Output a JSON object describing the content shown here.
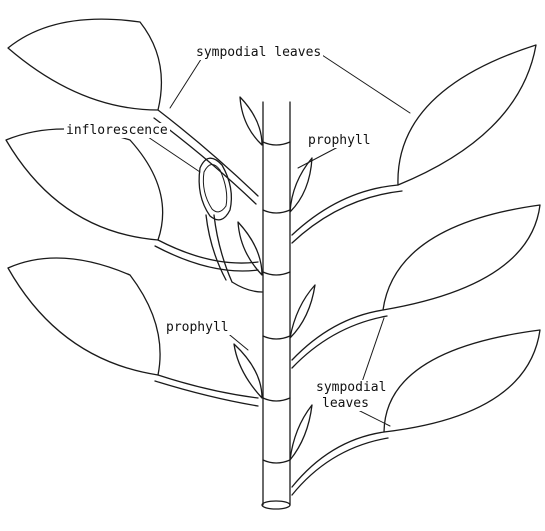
{
  "labels": {
    "sympodial_top": "sympodial leaves",
    "inflorescence": "inflorescence",
    "prophyll_upper": "prophyll",
    "prophyll_lower": "prophyll",
    "sympodial_bottom_line1": "sympodial",
    "sympodial_bottom_line2": "leaves"
  },
  "colors": {
    "ink": "#1a1a1a",
    "background": "#ffffff"
  }
}
